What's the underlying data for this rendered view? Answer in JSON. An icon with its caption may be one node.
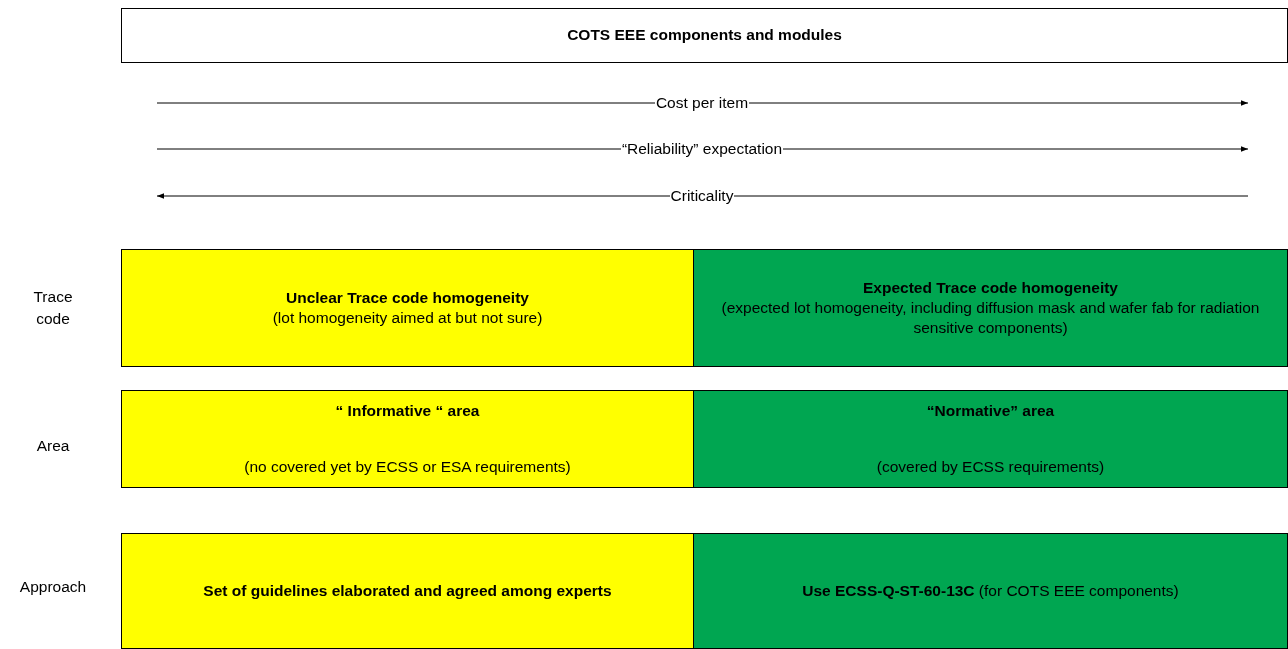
{
  "diagram": {
    "nodes": [
      {
        "text": [
          "COTS EEE components and modules"
        ]
      },
      {
        "text": [
          "Unclear Trace code homogeneity",
          "(lot homogeneity aimed at but not sure)"
        ]
      },
      {
        "text": [
          "Expected Trace code homogeneity",
          "(expected lot homogeneity, including diffusion mask and wafer fab for radiation sensitive components)"
        ]
      },
      {
        "text": [
          "“ Informative “ area",
          "(no covered yet by ECSS or ESA requirements)"
        ]
      },
      {
        "text": [
          "“Normative” area",
          "(covered by ECSS requirements)"
        ]
      },
      {
        "text": [
          "Set of guidelines elaborated and agreed among experts"
        ]
      },
      {
        "text": [
          "**Use ECSS-Q-ST-60-13C** (for COTS EEE components)"
        ]
      }
    ],
    "labels": [
      "Cost per item",
      "“Reliability” expectation",
      "Criticality",
      "Trace code",
      "Area",
      "Approach"
    ]
  }
}
